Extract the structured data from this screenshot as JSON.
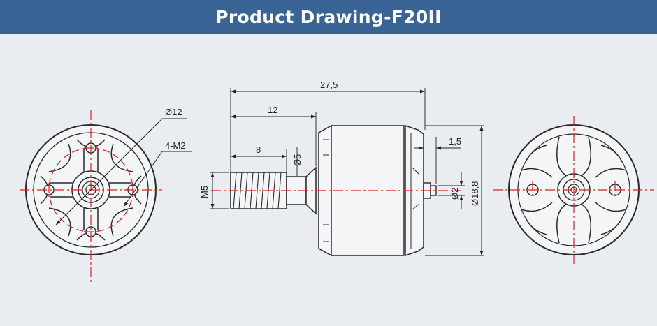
{
  "header": {
    "title": "Product Drawing-F20II"
  },
  "colors": {
    "header_bg": "#3a6495",
    "background": "#e9ecf1",
    "centerline": "#e02020",
    "outline": "#2a2a2a"
  },
  "front_view": {
    "bolt_circle_label": "Ø12",
    "mount_holes_label": "4-M2"
  },
  "side_view": {
    "overall_length": "27,5",
    "shaft_length": "12",
    "thread_length": "8",
    "shaft_diameter": "Ø5",
    "thread_spec": "M5",
    "tail_length": "1,5",
    "tail_diameter": "Ø2",
    "body_diameter": "Ø18,8"
  }
}
